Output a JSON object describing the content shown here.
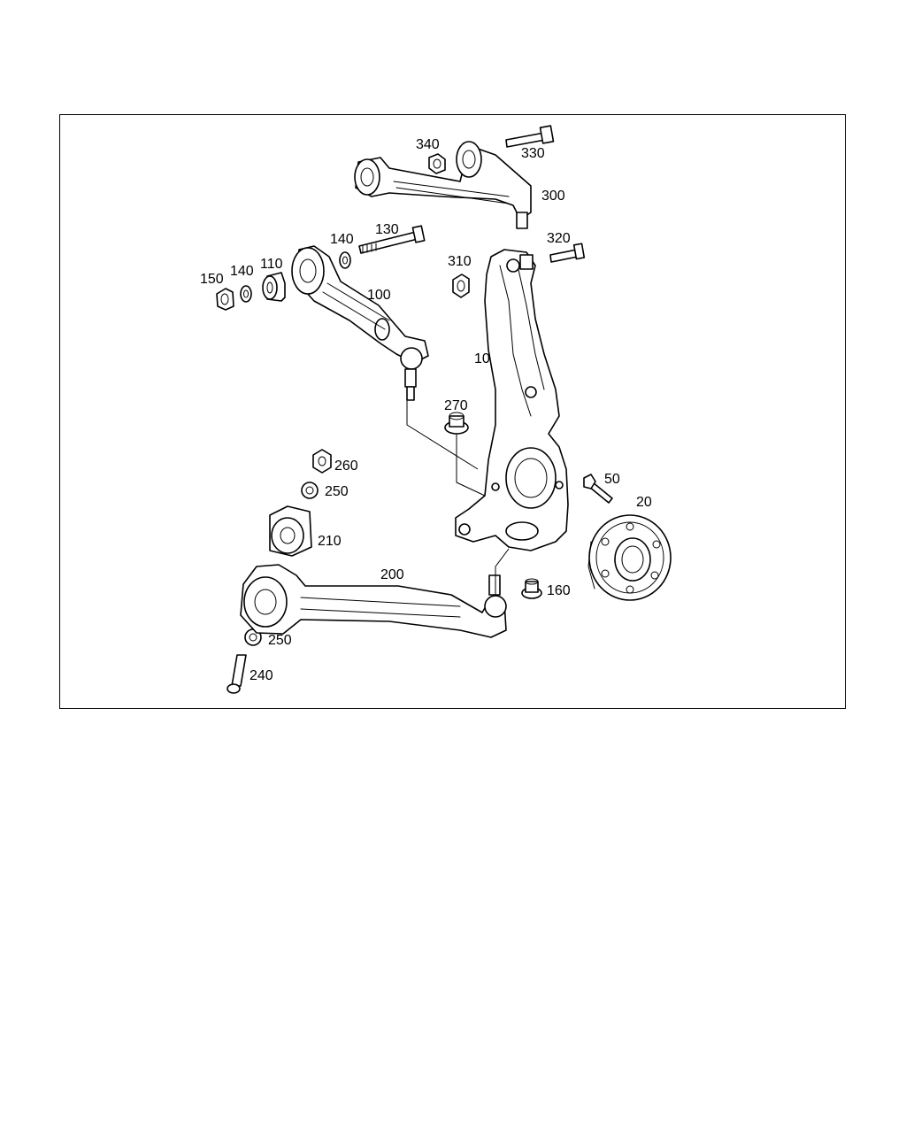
{
  "diagram": {
    "labels": {
      "p10": "10",
      "p20": "20",
      "p50": "50",
      "p100": "100",
      "p110": "110",
      "p130": "130",
      "p140a": "140",
      "p140b": "140",
      "p150": "150",
      "p160": "160",
      "p200": "200",
      "p210": "210",
      "p240": "240",
      "p250a": "250",
      "p250b": "250",
      "p260": "260",
      "p270": "270",
      "p300": "300",
      "p310": "310",
      "p320": "320",
      "p330": "330",
      "p340": "340"
    }
  }
}
